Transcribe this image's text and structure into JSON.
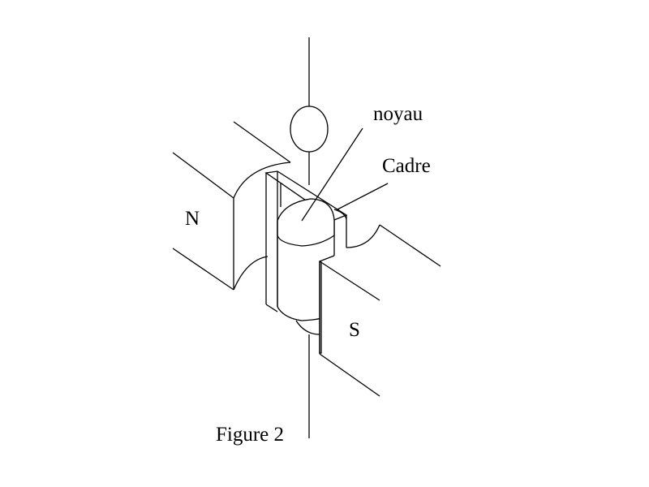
{
  "labels": {
    "noyau": "noyau",
    "cadre": "Cadre",
    "north_pole": "N",
    "south_pole": "S",
    "caption": "Figure 2"
  },
  "colors": {
    "stroke": "#000000",
    "background": "#ffffff"
  }
}
